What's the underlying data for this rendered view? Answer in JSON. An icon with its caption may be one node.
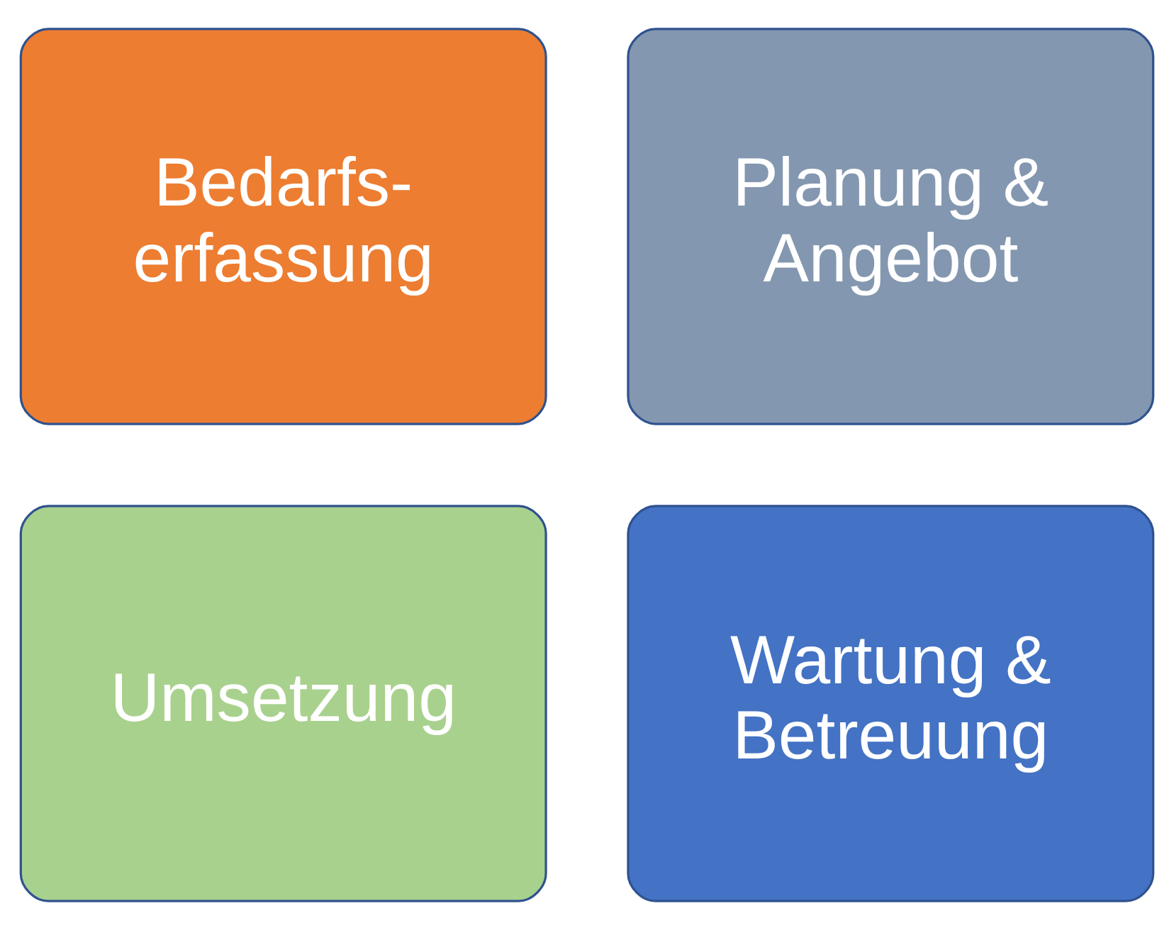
{
  "diagram": {
    "nodes": [
      {
        "text": [
          "Bedarfs- erfassung"
        ]
      },
      {
        "text": [
          "Planung & Angebot"
        ]
      },
      {
        "text": [
          "Umsetzung"
        ]
      },
      {
        "text": [
          "Wartung & Betreuung"
        ]
      }
    ]
  }
}
